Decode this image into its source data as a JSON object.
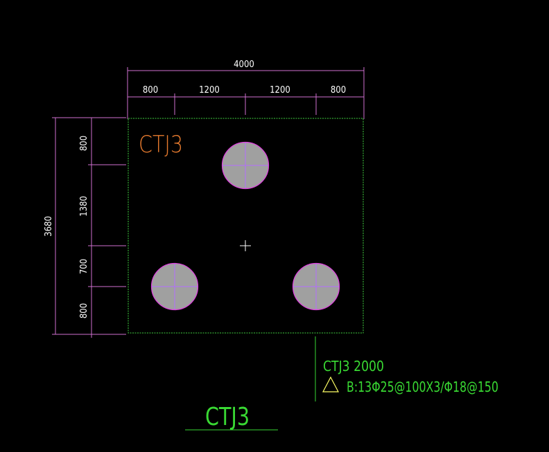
{
  "dimensions": {
    "total_width": "4000",
    "width_segments": [
      "800",
      "1200",
      "1200",
      "800"
    ],
    "total_height": "3680",
    "height_segments": [
      "800",
      "1380",
      "700",
      "800"
    ]
  },
  "cap_label": "CTJ3",
  "annotation": {
    "line1": "CTJ3 2000",
    "line2": "B:13Φ25@100X3/Φ18@150"
  },
  "title": "CTJ3",
  "colors": {
    "background": "#000000",
    "outline": "#3fd13f",
    "dimension": "#d070d0",
    "pile_fill": "#a0a0a0",
    "pile_edge": "#e040e0",
    "cap_label": "#e67a2e",
    "annotation": "#39d933",
    "marker": "#ffff66"
  }
}
